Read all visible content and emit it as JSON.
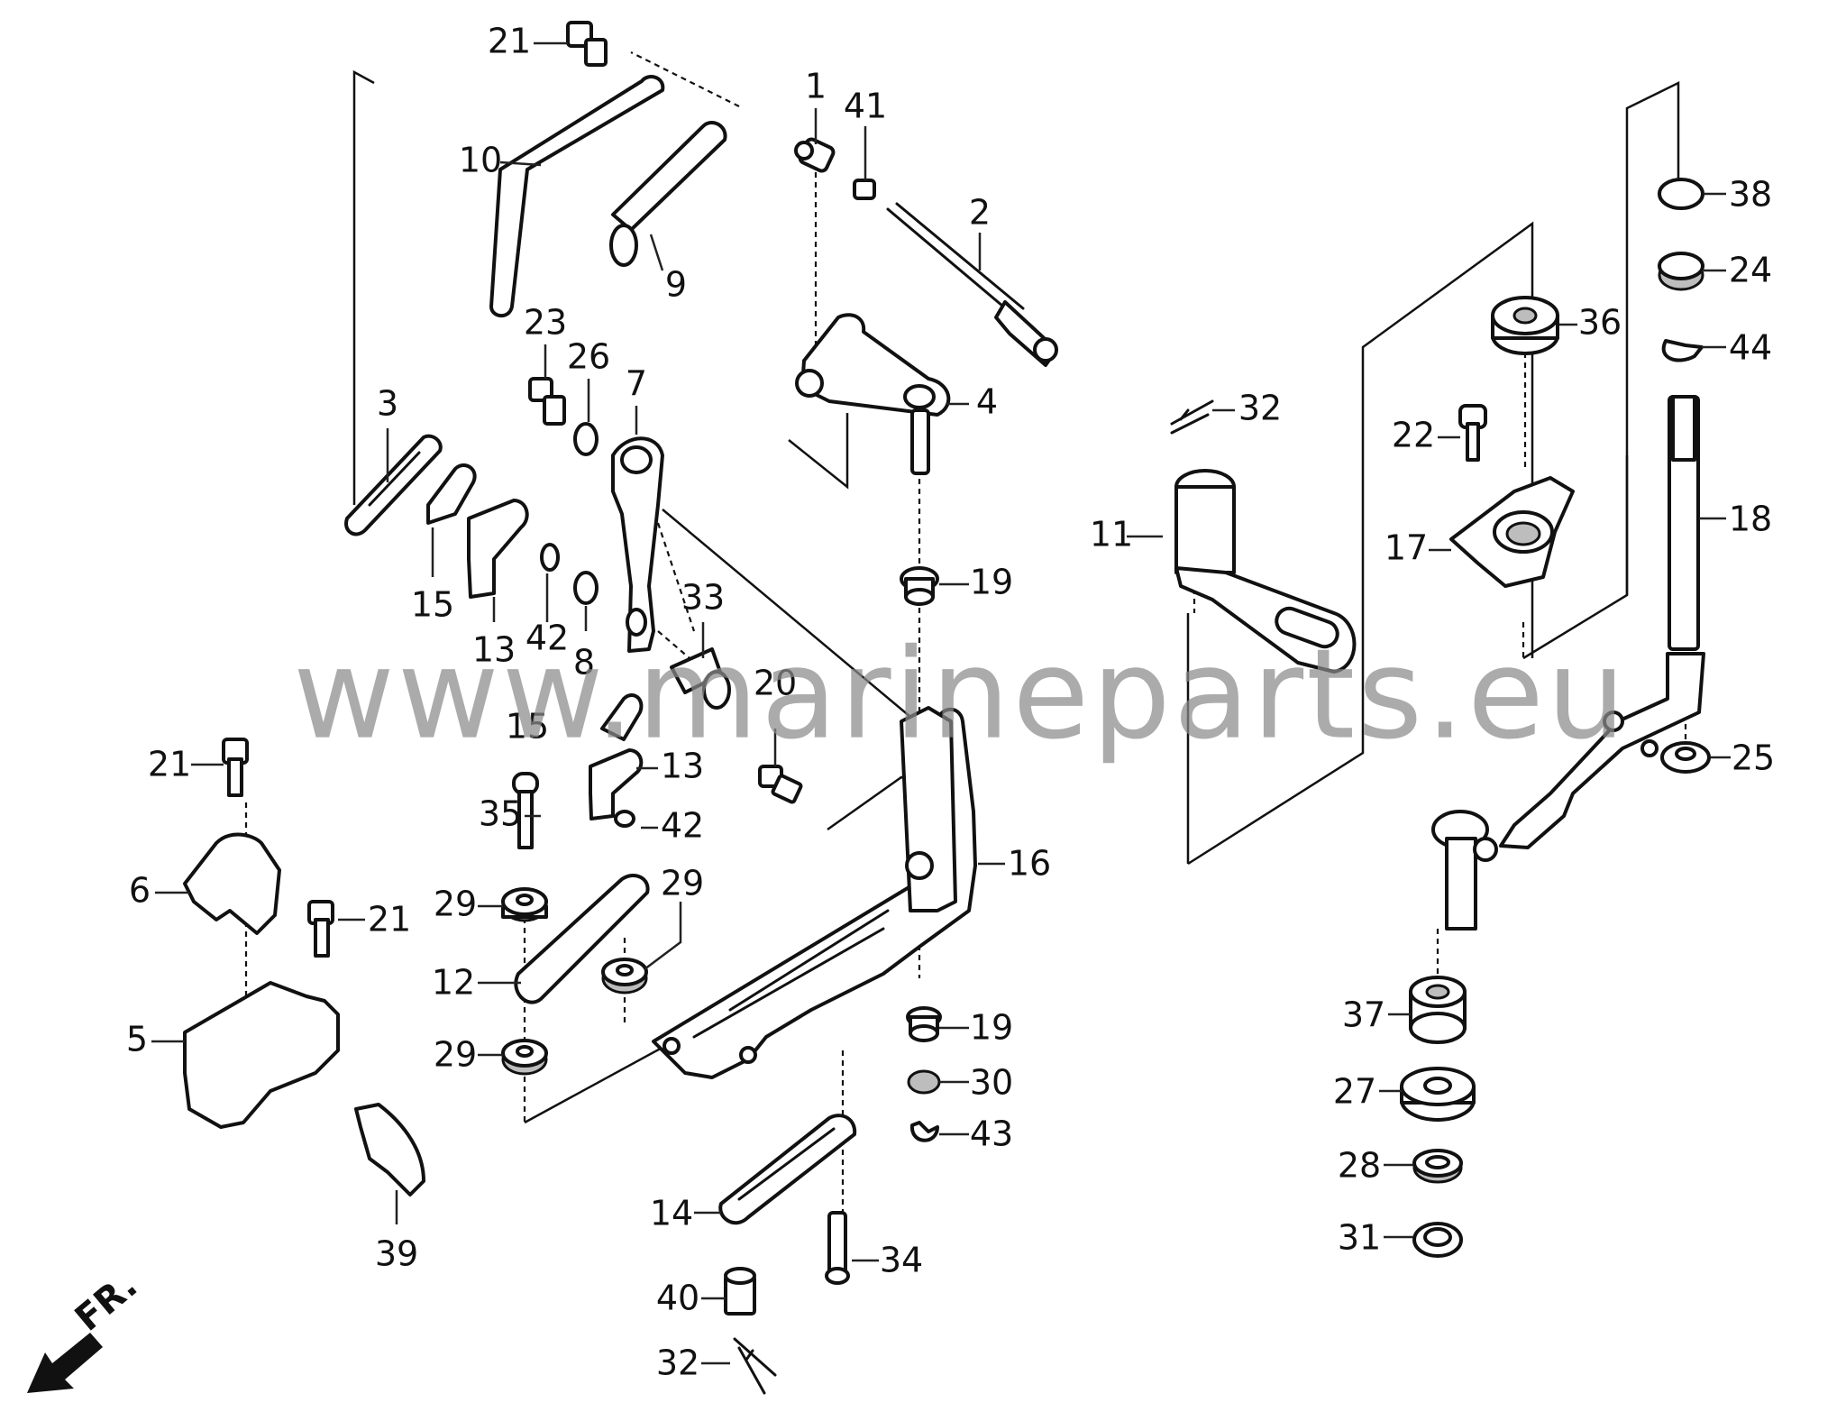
{
  "watermark": "www.marineparts.eu",
  "direction_label": "FR.",
  "parts": [
    {
      "id": "p1",
      "number": "1"
    },
    {
      "id": "p2",
      "number": "2"
    },
    {
      "id": "p3",
      "number": "3"
    },
    {
      "id": "p4",
      "number": "4"
    },
    {
      "id": "p5",
      "number": "5"
    },
    {
      "id": "p6",
      "number": "6"
    },
    {
      "id": "p7",
      "number": "7"
    },
    {
      "id": "p8",
      "number": "8"
    },
    {
      "id": "p9",
      "number": "9"
    },
    {
      "id": "p10",
      "number": "10"
    },
    {
      "id": "p11",
      "number": "11"
    },
    {
      "id": "p12",
      "number": "12"
    },
    {
      "id": "p13",
      "number": "13"
    },
    {
      "id": "p14",
      "number": "14"
    },
    {
      "id": "p15",
      "number": "15"
    },
    {
      "id": "p16",
      "number": "16"
    },
    {
      "id": "p17",
      "number": "17"
    },
    {
      "id": "p18",
      "number": "18"
    },
    {
      "id": "p19",
      "number": "19"
    },
    {
      "id": "p20",
      "number": "20"
    },
    {
      "id": "p21",
      "number": "21"
    },
    {
      "id": "p22",
      "number": "22"
    },
    {
      "id": "p23",
      "number": "23"
    },
    {
      "id": "p24",
      "number": "24"
    },
    {
      "id": "p25",
      "number": "25"
    },
    {
      "id": "p26",
      "number": "26"
    },
    {
      "id": "p27",
      "number": "27"
    },
    {
      "id": "p28",
      "number": "28"
    },
    {
      "id": "p29",
      "number": "29"
    },
    {
      "id": "p30",
      "number": "30"
    },
    {
      "id": "p31",
      "number": "31"
    },
    {
      "id": "p32",
      "number": "32"
    },
    {
      "id": "p33",
      "number": "33"
    },
    {
      "id": "p34",
      "number": "34"
    },
    {
      "id": "p35",
      "number": "35"
    },
    {
      "id": "p36",
      "number": "36"
    },
    {
      "id": "p37",
      "number": "37"
    },
    {
      "id": "p38",
      "number": "38"
    },
    {
      "id": "p39",
      "number": "39"
    },
    {
      "id": "p40",
      "number": "40"
    },
    {
      "id": "p41",
      "number": "41"
    },
    {
      "id": "p42",
      "number": "42"
    },
    {
      "id": "p43",
      "number": "43"
    },
    {
      "id": "p44",
      "number": "44"
    }
  ]
}
